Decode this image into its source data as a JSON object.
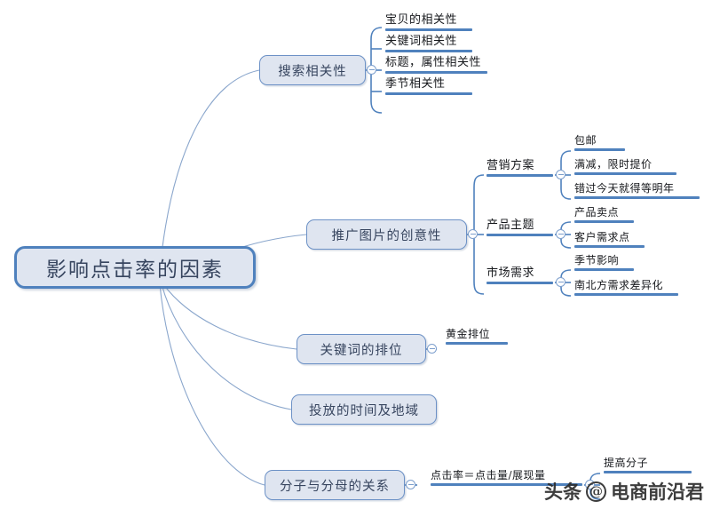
{
  "diagram": {
    "type": "mind-map",
    "root": {
      "label": "影响点击率的因素"
    },
    "branches": [
      {
        "label": "搜索相关性",
        "toggle": "collapse-minus-icon",
        "children": [
          {
            "label": "宝贝的相关性"
          },
          {
            "label": "关键词相关性"
          },
          {
            "label": "标题，属性相关性"
          },
          {
            "label": "季节相关性"
          }
        ]
      },
      {
        "label": "推广图片的创意性",
        "toggle": "collapse-minus-icon",
        "groups": [
          {
            "label": "营销方案",
            "toggle": "collapse-minus-icon",
            "children": [
              {
                "label": "包邮"
              },
              {
                "label": "满减，限时提价"
              },
              {
                "label": "错过今天就得等明年"
              }
            ]
          },
          {
            "label": "产品主题",
            "toggle": "collapse-minus-icon",
            "children": [
              {
                "label": "产品卖点"
              },
              {
                "label": "客户需求点"
              }
            ]
          },
          {
            "label": "市场需求",
            "toggle": "collapse-minus-icon",
            "children": [
              {
                "label": "季节影响"
              },
              {
                "label": "南北方需求差异化"
              }
            ]
          }
        ]
      },
      {
        "label": "关键词的排位",
        "toggle": "collapse-minus-icon",
        "children": [
          {
            "label": "黄金排位"
          }
        ]
      },
      {
        "label": "投放的时间及地域",
        "children": []
      },
      {
        "label": "分子与分母的关系",
        "toggle": "collapse-minus-icon",
        "groups": [
          {
            "label": "点击率＝点击量/展现量",
            "toggle": "collapse-minus-icon",
            "children": [
              {
                "label": "提高分子"
              }
            ]
          }
        ]
      }
    ]
  },
  "watermark": {
    "prefix": "头条",
    "logo": "@",
    "handle": "电商前沿君"
  },
  "colors": {
    "accent": "#4f81bd",
    "node_fill": "#dfe5f0",
    "node_border": "#6c91c6",
    "root_border": "#4f81bd",
    "root_text": "#37455f",
    "leaf_text": "#16181c",
    "wire": "#8aa6cc",
    "background": "#ffffff"
  }
}
